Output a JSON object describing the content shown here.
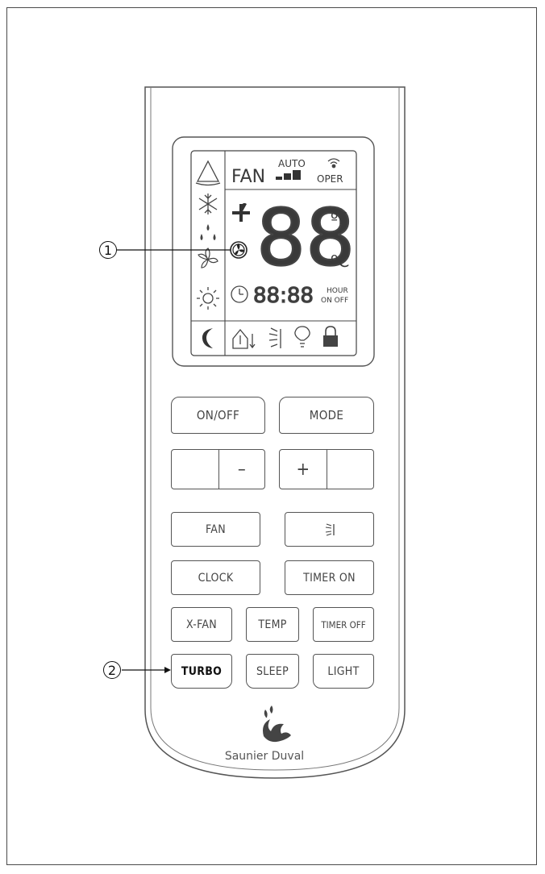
{
  "display": {
    "fan_label": "FAN",
    "auto_label": "AUTO",
    "oper_label": "OPER",
    "temp_digits": "88",
    "unit_f": "ºF",
    "unit_c": "ºC",
    "clock_digits": "88:88",
    "hour_label": "HOUR",
    "on_off_label": "ON OFF"
  },
  "buttons": {
    "on_off": "ON/OFF",
    "mode": "MODE",
    "minus": "–",
    "plus": "+",
    "fan": "FAN",
    "clock": "CLOCK",
    "timer_on": "TIMER ON",
    "x_fan": "X-FAN",
    "temp": "TEMP",
    "timer_off": "TIMER OFF",
    "turbo": "TURBO",
    "sleep": "SLEEP",
    "light": "LIGHT"
  },
  "callouts": {
    "one": "1",
    "two": "2"
  },
  "brand": {
    "name": "Saunier Duval"
  },
  "icons": [
    "auto-mode-icon",
    "snowflake-icon",
    "dry-drops-icon",
    "fan-mode-icon",
    "sun-heat-icon",
    "moon-sleep-icon",
    "signal-icon",
    "fan-blade-icon",
    "turbo-icon",
    "clock-icon",
    "home-temp-icon",
    "swing-icon",
    "bulb-icon",
    "lock-icon",
    "brand-logo-icon"
  ]
}
